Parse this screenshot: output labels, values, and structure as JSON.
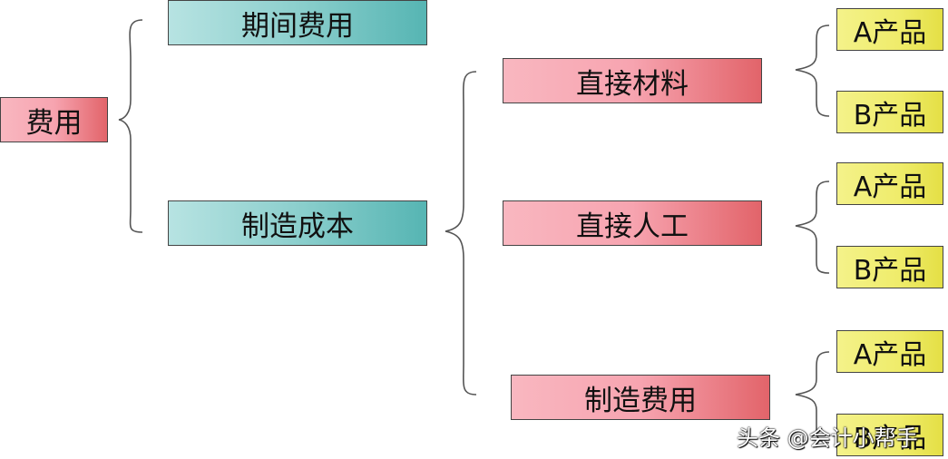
{
  "diagram": {
    "root": "费用",
    "level1": {
      "period": "期间费用",
      "manufacturing": "制造成本"
    },
    "level2": {
      "materials": "直接材料",
      "labor": "直接人工",
      "overhead": "制造费用"
    },
    "leaves": {
      "materials_a": "A产品",
      "materials_b": "B产品",
      "labor_a": "A产品",
      "labor_b": "B产品",
      "overhead_a": "A产品",
      "overhead_b": "B产品"
    }
  },
  "watermark": "头条 @会计小帮手",
  "colors": {
    "pink_start": "#f9b7c0",
    "pink_end": "#e2646a",
    "teal_start": "#b7e3e2",
    "teal_end": "#56b5b3",
    "yellow_start": "#f4f28a",
    "yellow_end": "#e4df45",
    "line": "#555555"
  }
}
